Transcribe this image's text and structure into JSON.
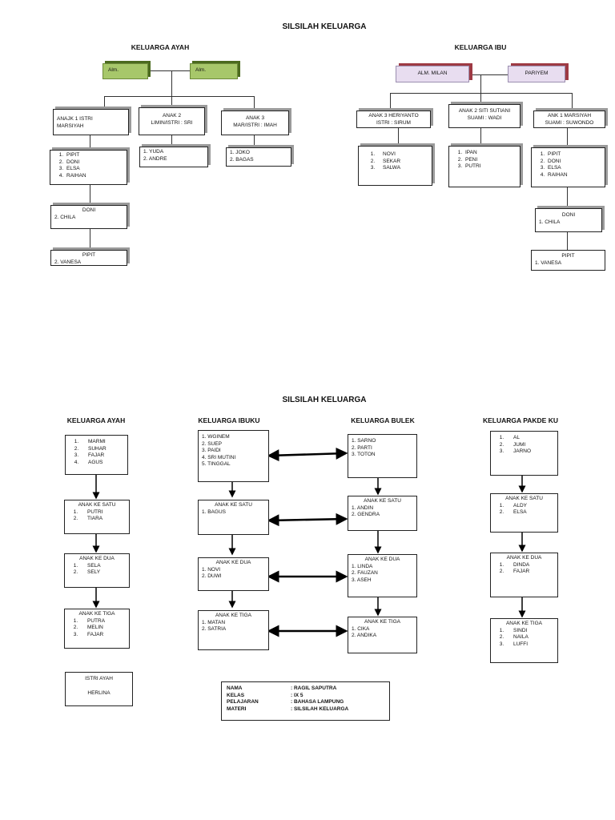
{
  "top": {
    "title": "SILSILAH KELUARGA",
    "ayah": {
      "heading": "KELUARGA AYAH",
      "parent_left": "Alm.",
      "parent_right": "Alm.",
      "child1": {
        "line1": "ANAJK 1 ISTRI",
        "line2": "MARSIYAH"
      },
      "child2": {
        "line1": "ANAK 2",
        "line2": "LIMIN/ISTRI : SRI"
      },
      "child3": {
        "line1": "ANAK 3",
        "line2": "MAR/ISTRI : IMAH"
      },
      "kids1": [
        "PIPIT",
        "DONI",
        "ELSA",
        "RAIHAN"
      ],
      "kids2": [
        "1. YUDA",
        "2. ANDRE"
      ],
      "kids3": [
        "1. JOKO",
        "2. BAGAS"
      ],
      "doni": {
        "title": "DONI",
        "item": "2.  CHILA"
      },
      "pipit": {
        "title": "PIPIT",
        "item": "2.  VANESA"
      }
    },
    "ibu": {
      "heading": "KELUARGA IBU",
      "parent_left": "ALM. MILAN",
      "parent_right": "PARIYEM",
      "child1": {
        "line1": "ANAK 3 HERIYANTO",
        "line2": "ISTRI : SIRUM"
      },
      "child2": {
        "line1": "ANAK 2 SITI SUTIANI",
        "line2": "SUAMI : WADI"
      },
      "child3": {
        "line1": "ANK 1 MARSIYAH",
        "line2": "SUAMI : SUWONDO"
      },
      "kids1": [
        "NOVI",
        "SEKAR",
        "SALWA"
      ],
      "kids2": [
        "IPAN",
        "PENI",
        "PUTRI"
      ],
      "kids3": [
        "PIPIT",
        "DONI",
        "ELSA",
        "RAIHAN"
      ],
      "doni": {
        "title": "DONI",
        "item": "1.  CHILA"
      },
      "pipit": {
        "title": "PIPIT",
        "item": "1.  VANESA"
      }
    }
  },
  "bottom": {
    "title": "SILSILAH KELUARGA",
    "ayah": {
      "heading": "KELUARGA AYAH",
      "gen0": [
        "MARMI",
        "SUHAR",
        "FAJAR",
        "AGUS"
      ],
      "gen1": {
        "title": "ANAK KE SATU",
        "items": [
          "PUTRI",
          "TIARA"
        ]
      },
      "gen2": {
        "title": "ANAK KE DUA",
        "items": [
          "SELA",
          "SELY"
        ]
      },
      "gen3": {
        "title": "ANAK KE TIGA",
        "items": [
          "PUTRA",
          "MELIN",
          "FAJAR"
        ]
      },
      "istri": {
        "title": "ISTRI AYAH",
        "name": "HERLINA"
      }
    },
    "ibuku": {
      "heading": "KELUARGA IBUKU",
      "gen0": [
        "1. WGINEM",
        "2. SUEP",
        "3. PAIDI",
        "4. SRI MUTINI",
        "5. TINGGAL"
      ],
      "gen1": {
        "title": "ANAK KE SATU",
        "items": [
          "1. BAGUS"
        ]
      },
      "gen2": {
        "title": "ANAK KE DUA",
        "items": [
          "1.  NOVI",
          "2.  DUWI"
        ]
      },
      "gen3": {
        "title": "ANAK KE TIGA",
        "items": [
          "1.    MATAN",
          "2.    SATRIA"
        ]
      }
    },
    "bulek": {
      "heading": "KELUARGA BULEK",
      "gen0": [
        "1. SARNO",
        "2. PARTI",
        "3. TOTON"
      ],
      "gen1": {
        "title": "ANAK KE SATU",
        "items": [
          "1. ANDIN",
          "2. GENDRA"
        ]
      },
      "gen2": {
        "title": "ANAK KE DUA",
        "items": [
          "1. LINDA",
          "2. FAUZAN",
          "3. ASEH"
        ]
      },
      "gen3": {
        "title": "ANAK KE TIGA",
        "items": [
          "1. CIKA",
          "2. ANDIKA"
        ]
      }
    },
    "pakde": {
      "heading": "KELUARGA PAKDE KU",
      "gen0": [
        "AL",
        "JUMI",
        "JARNO"
      ],
      "gen1": {
        "title": "ANAK KE SATU",
        "items": [
          "ALDY",
          "ELSA"
        ]
      },
      "gen2": {
        "title": "ANAK KE DUA",
        "items": [
          "DINDA",
          "FAJAR"
        ]
      },
      "gen3": {
        "title": "ANAK KE TIGA",
        "items": [
          "SINDI",
          "NAILA",
          "LUFFI"
        ]
      }
    },
    "info": {
      "rows": [
        {
          "key": "NAMA",
          "value": ": RAGIL SAPUTRA"
        },
        {
          "key": "KELAS",
          "value": ": IX 5"
        },
        {
          "key": "PELAJARAN",
          "value": ": BAHASA LAMPUNG"
        },
        {
          "key": "MATERI",
          "value": ": SILSILAH KELUARGA"
        }
      ]
    }
  }
}
